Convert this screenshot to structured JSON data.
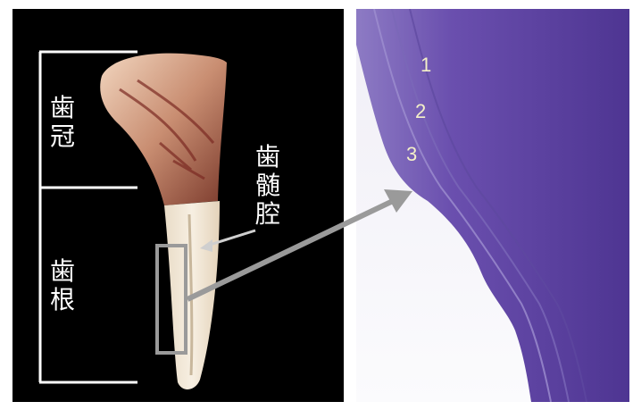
{
  "labels": {
    "crown": [
      "歯",
      "冠"
    ],
    "root": [
      "歯",
      "根"
    ],
    "pulp": [
      "歯",
      "髄",
      "腔"
    ]
  },
  "layers": [
    "1",
    "2",
    "3"
  ],
  "colors": {
    "background_left": "#000000",
    "tissue_purple": "#5a3f9a",
    "arrow_gray": "#9a9a9a",
    "number_color": "#f4f0c8"
  }
}
